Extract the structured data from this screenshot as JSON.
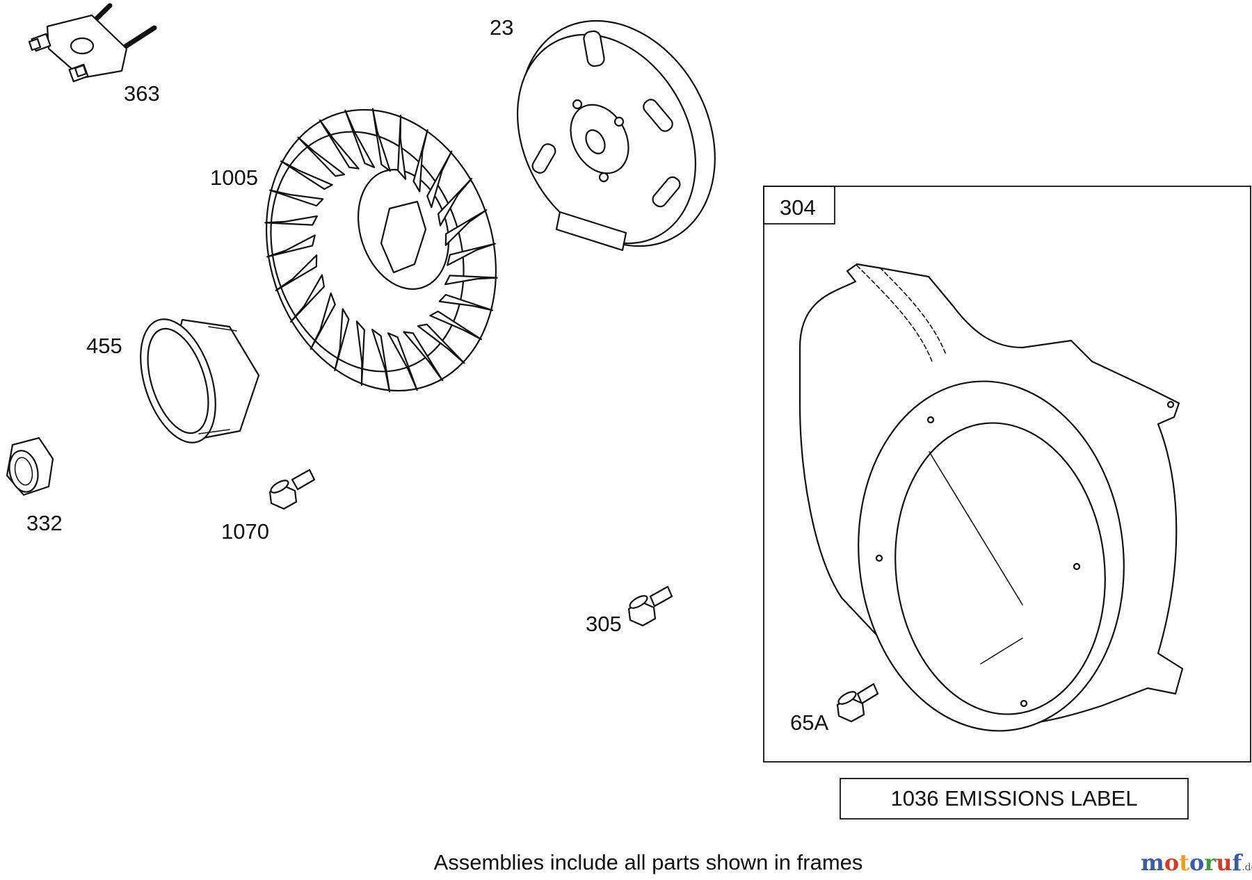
{
  "callouts": {
    "p363": "363",
    "p23": "23",
    "p1005": "1005",
    "p455": "455",
    "p332": "332",
    "p1070": "1070",
    "p305": "305",
    "p304": "304",
    "p65a": "65A"
  },
  "emissions_label": "1036 EMISSIONS LABEL",
  "footer_note": "Assemblies include all parts shown in frames",
  "watermark": {
    "text": "motoruf",
    "suffix": ".de",
    "colors": [
      "#3b5aa8",
      "#d23a2a",
      "#e7a21b",
      "#3b5aa8",
      "#3e9a3a",
      "#d23a2a",
      "#3b5aa8"
    ]
  }
}
